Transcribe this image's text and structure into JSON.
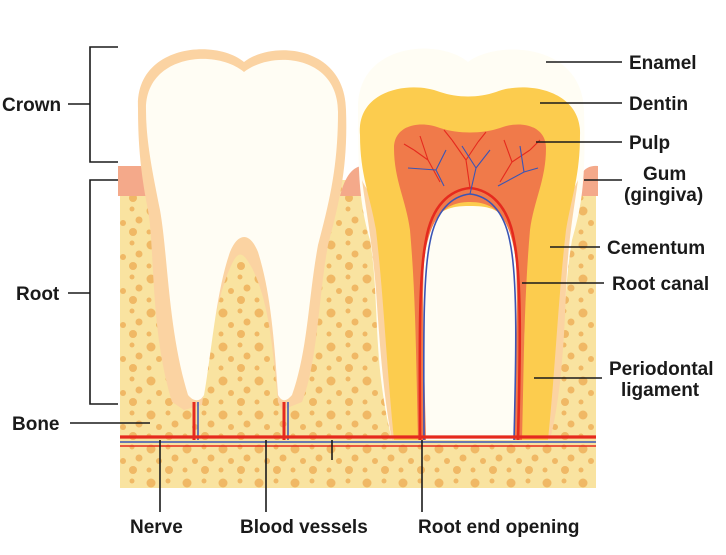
{
  "labels": {
    "crown": "Crown",
    "root": "Root",
    "bone": "Bone",
    "enamel": "Enamel",
    "dentin": "Dentin",
    "pulp": "Pulp",
    "gum": "Gum",
    "gingiva": "(gingiva)",
    "cementum": "Cementum",
    "root_canal": "Root canal",
    "periodontal_1": "Periodontal",
    "periodontal_2": "ligament",
    "nerve": "Nerve",
    "blood_vessels": "Blood vessels",
    "root_end_opening": "Root end opening"
  },
  "colors": {
    "bone": "#f9e3a0",
    "bone_dots": "#f0b865",
    "gum": "#f4a98a",
    "enamel": "#fffdf4",
    "ligament": "#fbd3a2",
    "dentin": "#fccc4e",
    "pulp": "#f07a4a",
    "nerve": "#e52a1e",
    "vessel": "#3b55b5",
    "line": "#1a1a1a"
  }
}
